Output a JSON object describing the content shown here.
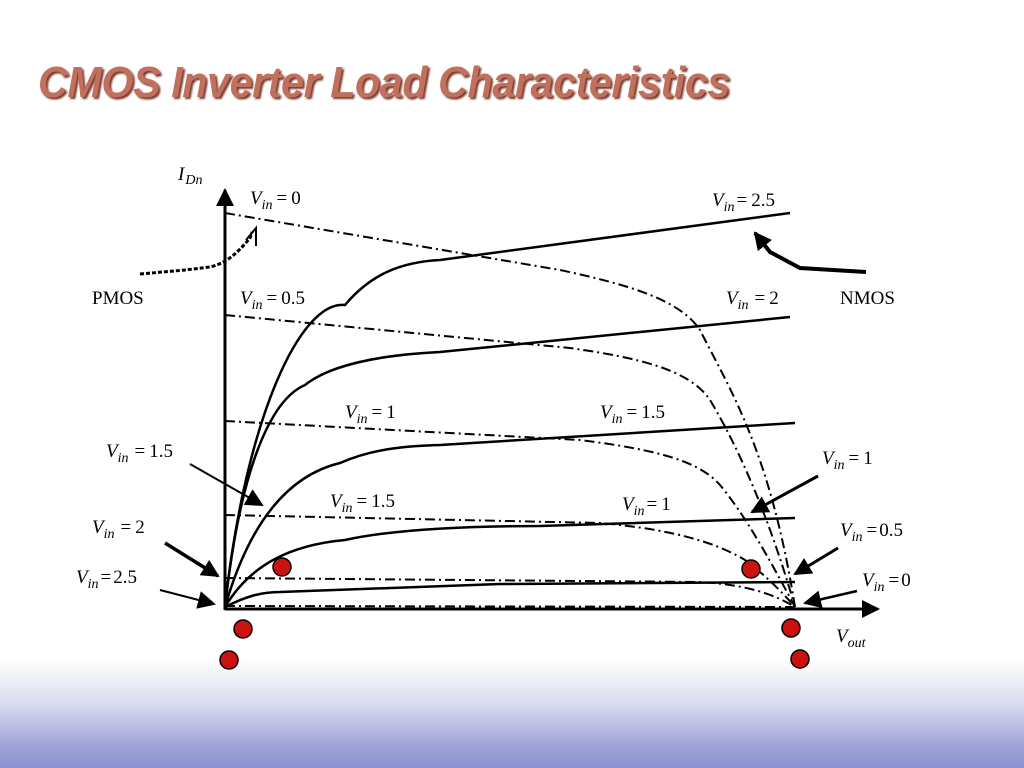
{
  "slide": {
    "title": "CMOS Inverter Load Characteristics"
  },
  "axes": {
    "y_label_main": "I",
    "y_label_sub": "Dn",
    "x_label_main": "V",
    "x_label_sub": "out"
  },
  "devices": {
    "pmos": "PMOS",
    "nmos": "NMOS"
  },
  "vin": {
    "main": "V",
    "sub": "in",
    "eq": "="
  },
  "labels": {
    "pmos_vin_0": "0",
    "pmos_vin_05": "0.5",
    "pmos_vin_1": "1",
    "pmos_vin_15_inner": "1.5",
    "pmos_vin_15_outer": "1.5",
    "pmos_vin_2": "2",
    "pmos_vin_25": "2.5",
    "nmos_vin_25": "2.5",
    "nmos_vin_2": "2",
    "nmos_vin_15": "1.5",
    "nmos_vin_1_inner": "1",
    "nmos_vin_1_outer": "1",
    "nmos_vin_05": "0.5",
    "nmos_vin_0": "0"
  },
  "colors": {
    "title": "#c0705c",
    "marker": "#cc1111",
    "curve": "#000000"
  }
}
